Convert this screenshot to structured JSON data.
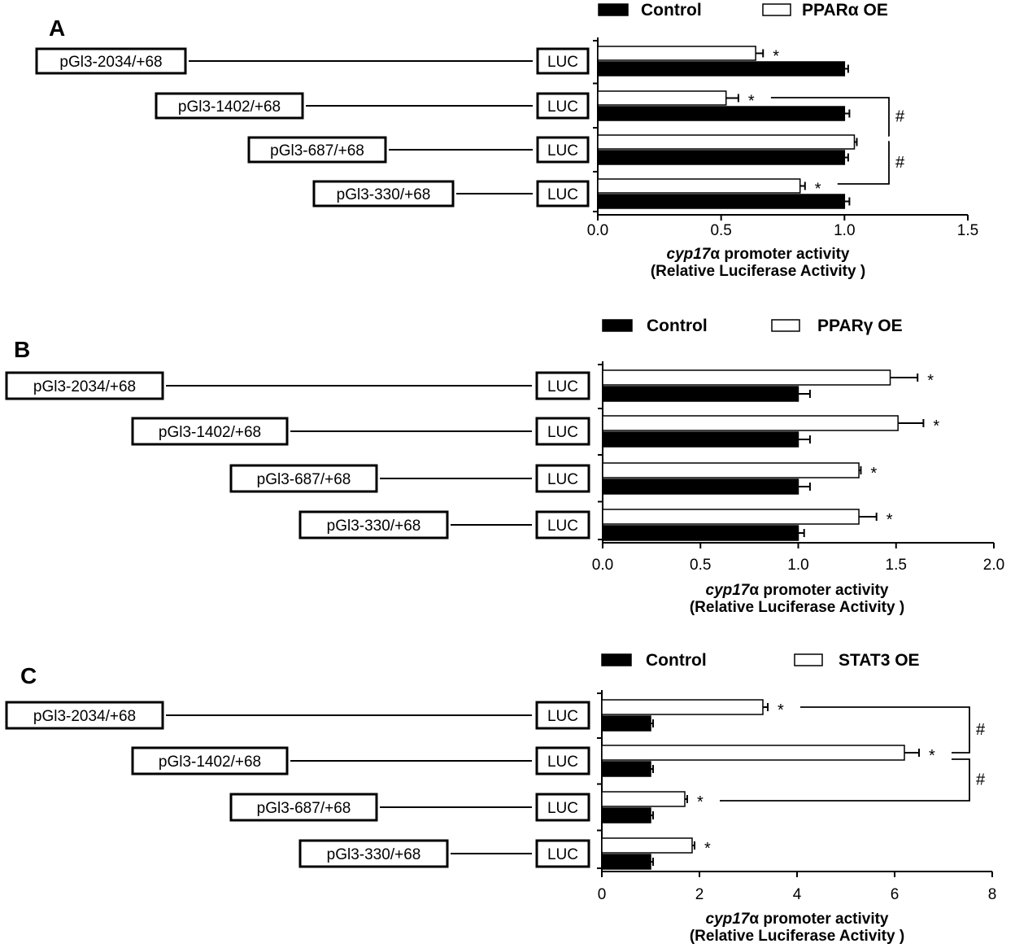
{
  "colors": {
    "control_fill": "#000000",
    "oe_fill": "#ffffff",
    "stroke": "#000000"
  },
  "luc_label": "LUC",
  "chart_data": [
    {
      "type": "bar",
      "panel": "A",
      "orientation": "horizontal",
      "categories": [
        "pGl3-2034/+68",
        "pGl3-1402/+68",
        "pGl3-687/+68",
        "pGl3-330/+68"
      ],
      "series": [
        {
          "name": "Control",
          "values": [
            1.0,
            1.0,
            1.0,
            1.0
          ],
          "errors": [
            0.015,
            0.02,
            0.015,
            0.02
          ]
        },
        {
          "name": "PPARα OE",
          "values": [
            0.64,
            0.52,
            1.04,
            0.82
          ],
          "errors": [
            0.03,
            0.05,
            0.01,
            0.02
          ],
          "significance": [
            "*",
            "*",
            "",
            "*"
          ]
        }
      ],
      "brackets": [
        {
          "between": [
            "pGl3-1402/+68",
            "pGl3-687/+68"
          ],
          "label": "#"
        },
        {
          "between": [
            "pGl3-687/+68",
            "pGl3-330/+68"
          ],
          "label": "#"
        }
      ],
      "xlabel_italic": "cyp17",
      "xlabel_rest": "α promoter activity",
      "xlabel_line2": "(Relative Luciferase Activity )",
      "xlim": [
        0,
        1.5
      ],
      "xticks": [
        "0.0",
        "0.5",
        "1.0",
        "1.5"
      ],
      "tick_values": [
        0,
        0.5,
        1.0,
        1.5
      ]
    },
    {
      "type": "bar",
      "panel": "B",
      "orientation": "horizontal",
      "categories": [
        "pGl3-2034/+68",
        "pGl3-1402/+68",
        "pGl3-687/+68",
        "pGl3-330/+68"
      ],
      "series": [
        {
          "name": "Control",
          "values": [
            1.0,
            1.0,
            1.0,
            1.0
          ],
          "errors": [
            0.06,
            0.06,
            0.06,
            0.03
          ]
        },
        {
          "name": "PPARγ OE",
          "values": [
            1.47,
            1.51,
            1.31,
            1.31
          ],
          "errors": [
            0.14,
            0.13,
            0.01,
            0.09
          ],
          "significance": [
            "*",
            "*",
            "*",
            "*"
          ]
        }
      ],
      "brackets": [],
      "xlabel_italic": "cyp17",
      "xlabel_rest": "α promoter activity",
      "xlabel_line2": "(Relative Luciferase Activity )",
      "xlim": [
        0,
        2.0
      ],
      "xticks": [
        "0.0",
        "0.5",
        "1.0",
        "1.5",
        "2.0"
      ],
      "tick_values": [
        0,
        0.5,
        1.0,
        1.5,
        2.0
      ]
    },
    {
      "type": "bar",
      "panel": "C",
      "orientation": "horizontal",
      "categories": [
        "pGl3-2034/+68",
        "pGl3-1402/+68",
        "pGl3-687/+68",
        "pGl3-330/+68"
      ],
      "series": [
        {
          "name": "Control",
          "values": [
            1.0,
            1.0,
            1.0,
            1.0
          ],
          "errors": [
            0.05,
            0.05,
            0.05,
            0.05
          ]
        },
        {
          "name": "STAT3 OE",
          "values": [
            3.3,
            6.2,
            1.7,
            1.85
          ],
          "errors": [
            0.1,
            0.3,
            0.05,
            0.05
          ],
          "significance": [
            "*",
            "*",
            "*",
            "*"
          ]
        }
      ],
      "brackets": [
        {
          "between": [
            "pGl3-2034/+68",
            "pGl3-1402/+68"
          ],
          "label": "#"
        },
        {
          "between": [
            "pGl3-1402/+68",
            "pGl3-687/+68"
          ],
          "label": "#"
        }
      ],
      "xlabel_italic": "cyp17",
      "xlabel_rest": "α promoter activity",
      "xlabel_line2": "(Relative Luciferase Activity )",
      "xlim": [
        0,
        8
      ],
      "xticks": [
        "0",
        "2",
        "4",
        "6",
        "8"
      ],
      "tick_values": [
        0,
        2,
        4,
        6,
        8
      ]
    }
  ]
}
